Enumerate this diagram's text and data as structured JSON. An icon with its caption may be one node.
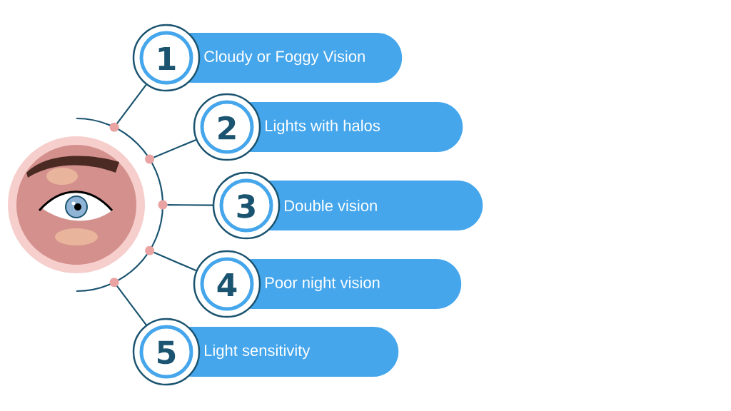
{
  "diagram": {
    "nodes": [
      {
        "text": [],
        "shape": "picture"
      },
      {
        "text": [
          "1",
          "Cloudy or Foggy Vision"
        ]
      },
      {
        "text": [
          "2",
          "Lights with halos"
        ]
      },
      {
        "text": [
          "3",
          "Double vision"
        ]
      },
      {
        "text": [
          "4",
          "Poor night vision"
        ]
      },
      {
        "text": [
          "5",
          "Light sensitivity"
        ]
      }
    ],
    "edges": [
      {
        "from": 0,
        "to": 1,
        "arrow": "none"
      },
      {
        "from": 0,
        "to": 2,
        "arrow": "none"
      },
      {
        "from": 0,
        "to": 3,
        "arrow": "none"
      },
      {
        "from": 0,
        "to": 4,
        "arrow": "none"
      },
      {
        "from": 0,
        "to": 5,
        "arrow": "none"
      }
    ]
  }
}
